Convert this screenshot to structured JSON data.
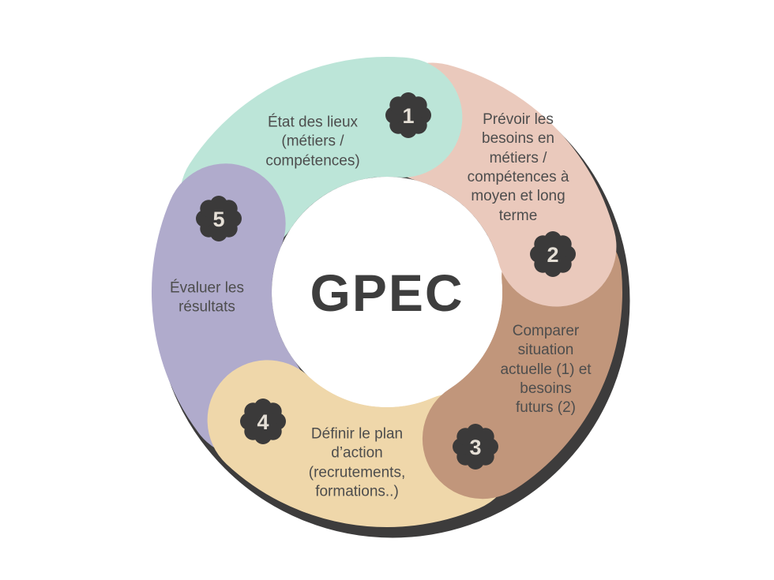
{
  "diagram": {
    "center_title": "GPEC",
    "steps": [
      {
        "number": "1",
        "label": "État des lieux\n(métiers /\ncompétences)",
        "color": "#bce5d8"
      },
      {
        "number": "2",
        "label": "Prévoir les\nbesoins en\nmétiers /\ncompétences à\nmoyen et long\nterme",
        "color": "#eac9bc"
      },
      {
        "number": "3",
        "label": "Comparer\nsituation\nactuelle (1) et\nbesoins\nfuturs (2)",
        "color": "#c1967b"
      },
      {
        "number": "4",
        "label": "Définir le plan\nd’action\n(recrutements,\nformations..)",
        "color": "#efd7aa"
      },
      {
        "number": "5",
        "label": "Évaluer les\nrésultats",
        "color": "#b0abcc"
      }
    ],
    "colors": {
      "background": "#ffffff",
      "shadow_ring": "#3d3c3c",
      "badge_fill": "#3b3a3a",
      "badge_number": "#e5dfd6",
      "label_text": "#4d4d4d",
      "center_text": "#3e3e3e",
      "center_circle": "#ffffff"
    }
  }
}
